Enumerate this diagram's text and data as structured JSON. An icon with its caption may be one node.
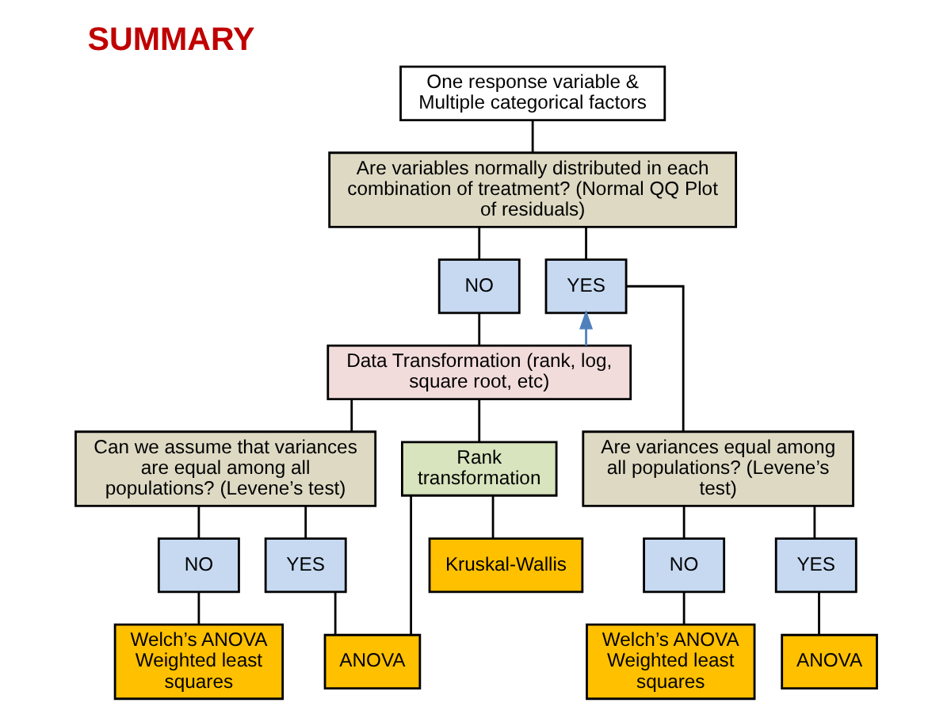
{
  "diagram": {
    "title": "SUMMARY",
    "nodes": [
      {
        "text": [
          "One response variable & Multiple categorical factors"
        ]
      },
      {
        "text": [
          "Are variables normally distributed in each combination of treatment? (Normal QQ Plot of residuals)"
        ]
      },
      {
        "text": [
          "NO"
        ]
      },
      {
        "text": [
          "YES"
        ]
      },
      {
        "text": [
          "Data Transformation (rank, log, square root, etc)"
        ]
      },
      {
        "text": [
          "Are variances equal among all populations? (Levene’s test)"
        ]
      },
      {
        "text": [
          "Can we assume that variances are equal among all populations? (Levene’s test)"
        ]
      },
      {
        "text": [
          "Rank transformation"
        ]
      },
      {
        "text": [
          "NO"
        ]
      },
      {
        "text": [
          "YES"
        ]
      },
      {
        "text": [
          "NO"
        ]
      },
      {
        "text": [
          "YES"
        ]
      },
      {
        "text": [
          "Welch’s ANOVA Weighted least squares"
        ]
      },
      {
        "text": [
          "ANOVA"
        ]
      },
      {
        "text": [
          "Welch’s ANOVA Weighted least squares"
        ]
      },
      {
        "text": [
          "ANOVA"
        ]
      },
      {
        "text": [
          "Kruskal-Wallis"
        ]
      }
    ],
    "edges": [
      {
        "from": 0,
        "to": 1,
        "arrow": "none"
      },
      {
        "from": 1,
        "to": 2,
        "arrow": "none"
      },
      {
        "from": 1,
        "to": 3,
        "arrow": "none"
      },
      {
        "from": 2,
        "to": 4,
        "arrow": "none"
      },
      {
        "from": 3,
        "to": 5,
        "arrow": "none"
      },
      {
        "from": 4,
        "to": 3,
        "arrow": "to",
        "color": "#4f81bd"
      },
      {
        "from": 4,
        "to": 6,
        "arrow": "none"
      },
      {
        "from": 4,
        "to": 7,
        "arrow": "none"
      },
      {
        "from": 5,
        "to": 8,
        "arrow": "none"
      },
      {
        "from": 5,
        "to": 9,
        "arrow": "none"
      },
      {
        "from": 6,
        "to": 10,
        "arrow": "none"
      },
      {
        "from": 6,
        "to": 11,
        "arrow": "none"
      },
      {
        "from": 8,
        "to": 12,
        "arrow": "none"
      },
      {
        "from": 9,
        "to": 13,
        "arrow": "none"
      },
      {
        "from": 10,
        "to": 14,
        "arrow": "none"
      },
      {
        "from": 11,
        "to": 15,
        "arrow": "none"
      },
      {
        "from": 7,
        "to": 15,
        "arrow": "none"
      },
      {
        "from": 7,
        "to": 16,
        "arrow": "none"
      }
    ]
  }
}
